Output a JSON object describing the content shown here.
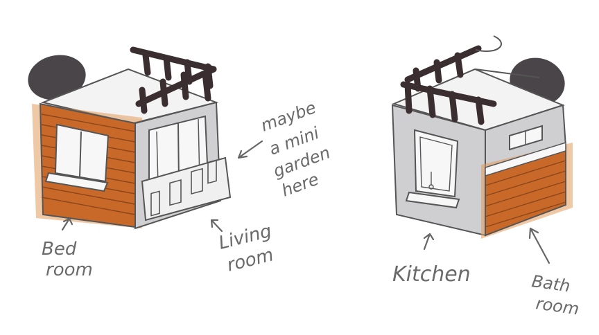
{
  "labels": {
    "bedroom_line1": "Bed",
    "bedroom_line2": "room",
    "living_line1": "Living",
    "living_line2": "room",
    "garden_line1": "maybe",
    "garden_line2": "a mini",
    "garden_line3": "garden",
    "garden_line4": "here",
    "kitchen": "Kitchen",
    "bath_line1": "Bath",
    "bath_line2": "room"
  },
  "colors": {
    "wood": "#c8692a",
    "wood_glow": "#e29a5c",
    "concrete": "#cfcfd2",
    "roof": "#f2f2f2",
    "ink": "#555555",
    "pergola": "#3a2e30",
    "tree": "#4a4548"
  }
}
